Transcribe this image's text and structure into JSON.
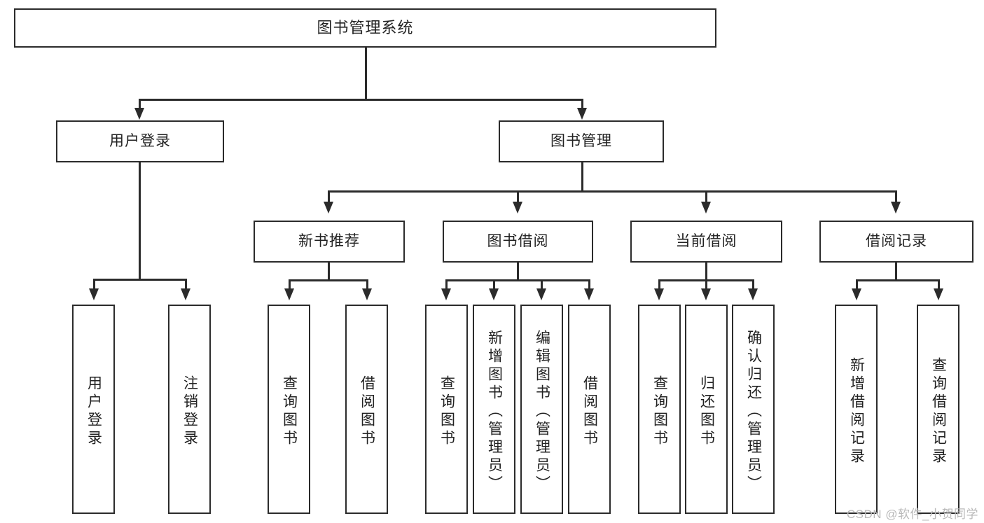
{
  "diagram": {
    "type": "tree",
    "title": "图书管理系统",
    "root": {
      "label": "图书管理系统"
    },
    "level2": [
      {
        "label": "用户登录"
      },
      {
        "label": "图书管理"
      }
    ],
    "level3": [
      {
        "label": "新书推荐"
      },
      {
        "label": "图书借阅"
      },
      {
        "label": "当前借阅"
      },
      {
        "label": "借阅记录"
      }
    ],
    "leaves": {
      "user_login": [
        {
          "label": "用户登录"
        },
        {
          "label": "注销登录"
        }
      ],
      "new_book_recommend": [
        {
          "label": "查询图书"
        },
        {
          "label": "借阅图书"
        }
      ],
      "book_borrow": [
        {
          "label": "查询图书"
        },
        {
          "label": "新增图书（管理员）"
        },
        {
          "label": "编辑图书（管理员）"
        },
        {
          "label": "借阅图书"
        }
      ],
      "current_borrow": [
        {
          "label": "查询图书"
        },
        {
          "label": "归还图书"
        },
        {
          "label": "确认归还（管理员）"
        }
      ],
      "borrow_record": [
        {
          "label": "新增借阅记录"
        },
        {
          "label": "查询借阅记录"
        }
      ]
    }
  },
  "watermark": {
    "text": "CSDN @软件_小贺同学"
  },
  "colors": {
    "stroke": "#2b2b2b",
    "fill": "#ffffff",
    "text": "#222222",
    "watermark": "#b9b9b9"
  }
}
